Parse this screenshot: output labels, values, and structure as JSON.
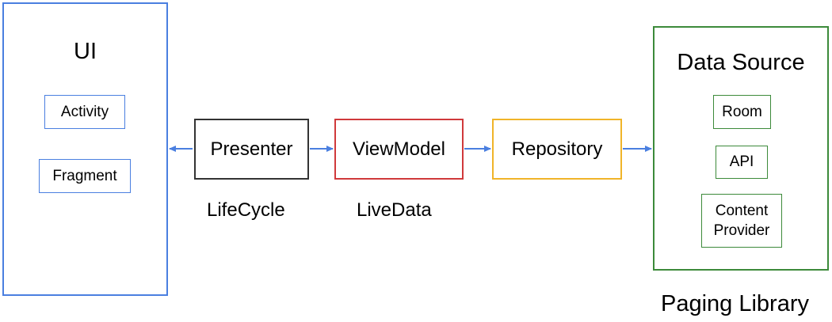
{
  "ui": {
    "title": "UI",
    "items": [
      "Activity",
      "Fragment"
    ]
  },
  "chain": {
    "presenter": "Presenter",
    "viewmodel": "ViewModel",
    "repository": "Repository"
  },
  "captions": {
    "presenter": "LifeCycle",
    "viewmodel": "LiveData"
  },
  "data_source": {
    "title": "Data Source",
    "items": [
      "Room",
      "API"
    ],
    "content_provider": [
      "Content",
      "Provider"
    ]
  },
  "footer": "Paging Library",
  "colors": {
    "ui": "#4a7fe0",
    "presenter": "#333333",
    "viewmodel": "#d0393b",
    "repository": "#f0b429",
    "data_source": "#3c8a3a",
    "arrow": "#4a7fe0"
  }
}
